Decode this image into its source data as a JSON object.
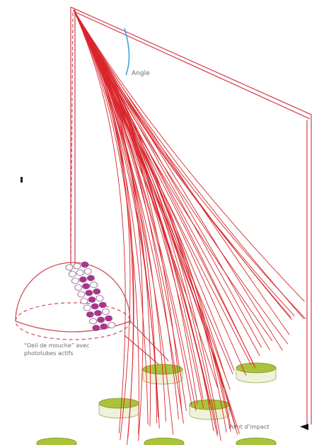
{
  "diagram": {
    "labels": {
      "angle": "Angle",
      "eye_line1": "“Oeil de mouche” avec",
      "eye_line2": "phototubes actifs",
      "impact": "Point d’impact"
    },
    "colors": {
      "frame": "#d24a55",
      "shower": "#d8262c",
      "angle_arc": "#35a9d6",
      "pmt_active": "#b0308e",
      "pmt_inactive": "#ffffff",
      "tank_top": "#a9c43a",
      "tank_body": "#eef2d6",
      "label_text": "#6b6b6b"
    },
    "icons": {
      "impact_marker": "black-triangle-marker"
    }
  }
}
